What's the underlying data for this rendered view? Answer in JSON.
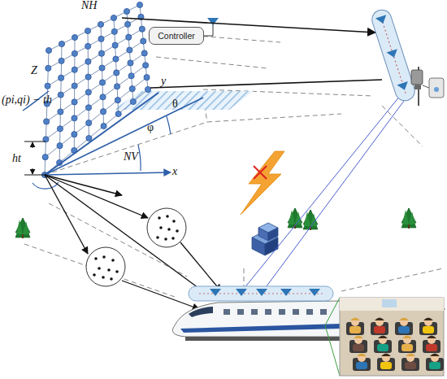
{
  "diagram": {
    "nodes": [
      {
        "text": [
          "Controller"
        ]
      }
    ],
    "labels": [
      "NH",
      "Z",
      "(pi,qi) − th",
      "y",
      "θ",
      "φ",
      "ht",
      "NV",
      "x"
    ]
  }
}
